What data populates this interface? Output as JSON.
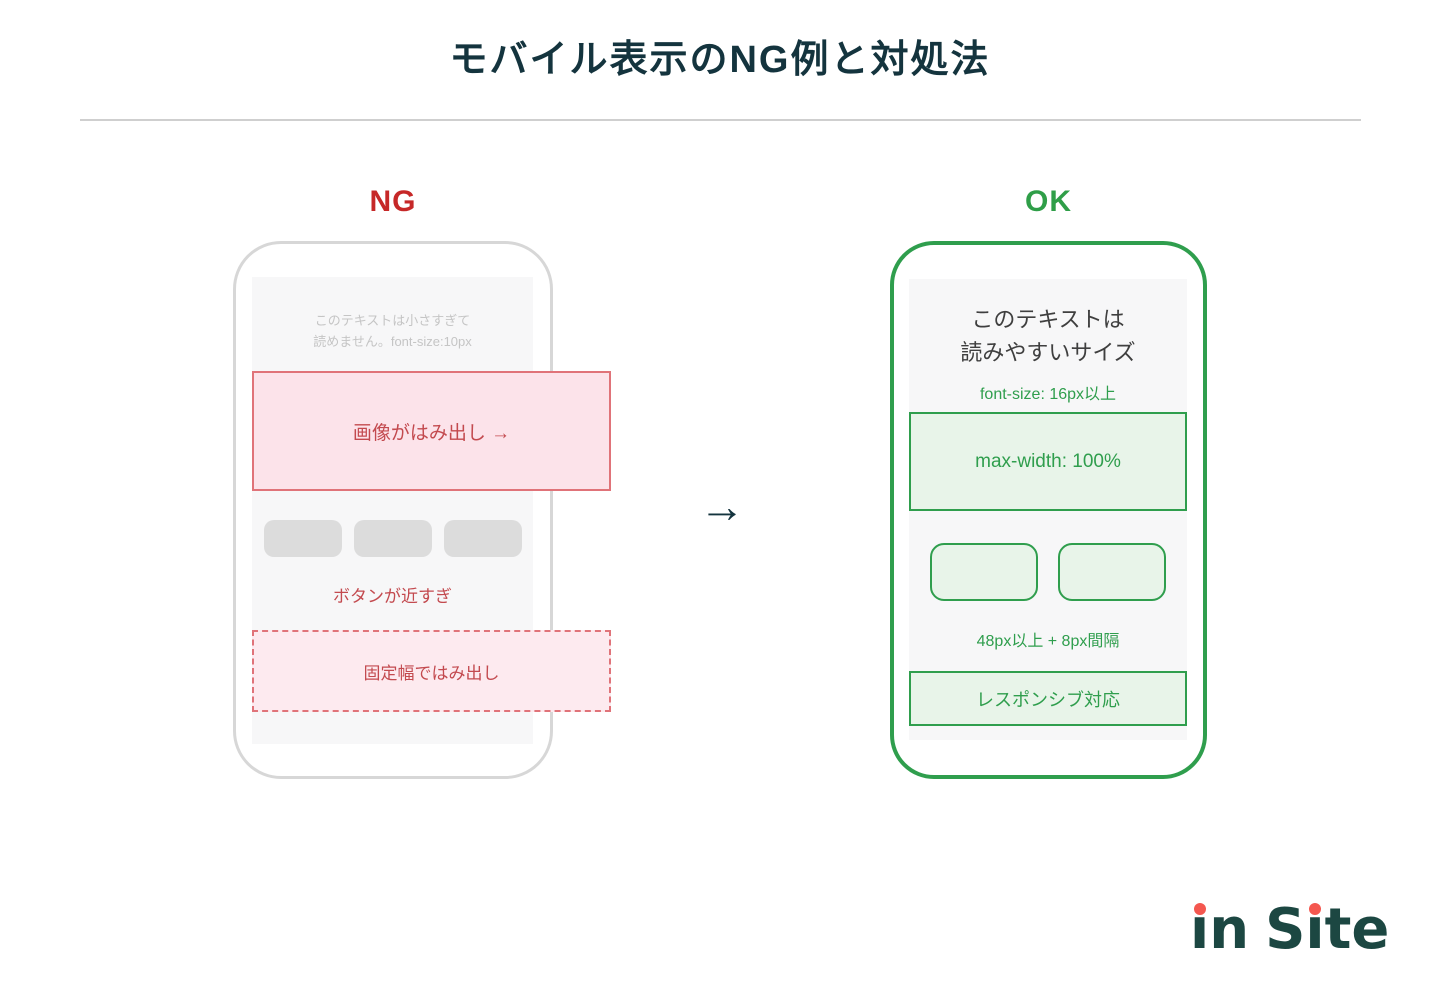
{
  "title": "モバイル表示のNG例と対処法",
  "arrow_glyph": "→",
  "ng_column": {
    "label": "NG",
    "phone": {
      "small_text": [
        "このテキストは小さすぎて",
        "読めません。font-size:10px"
      ],
      "image_overflow_label": "画像がはみ出し →",
      "buttons_note": "ボタンが近すぎ",
      "fixed_width_label": "固定幅ではみ出し"
    }
  },
  "ok_column": {
    "label": "OK",
    "phone": {
      "heading": [
        "このテキストは",
        "読みやすいサイズ"
      ],
      "font_size_note": "font-size: 16px以上",
      "max_width_label": "max-width: 100%",
      "buttons_note": "48px以上 + 8px間隔",
      "responsive_label": "レスポンシブ対応"
    }
  },
  "logo": {
    "text": "in Site"
  },
  "colors": {
    "title_text": "#14343e",
    "ng_red": "#c62828",
    "ng_accent_text": "#c34a4f",
    "pink_fill": "#fce3ea",
    "pink_border": "#e07379",
    "ok_green": "#2f9e4d",
    "green_fill": "#e8f4e9",
    "phone_gray_border": "#d7d7d7",
    "screen_bg": "#f7f7f8",
    "muted_gray_text": "#c5c5c5",
    "gray_button": "#dcdcdc",
    "logo_teal": "#1c4742",
    "logo_dot_coral": "#f4574f"
  }
}
